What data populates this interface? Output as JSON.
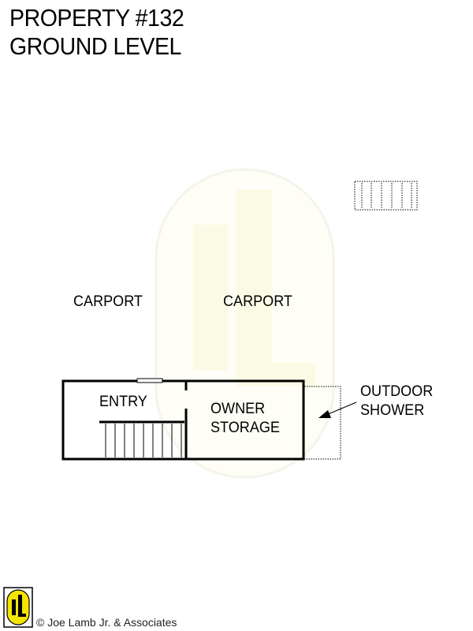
{
  "title": {
    "line1": "PROPERTY #132",
    "line2": "GROUND LEVEL"
  },
  "rooms": {
    "carport_left": "CARPORT",
    "carport_right": "CARPORT",
    "entry": "ENTRY",
    "owner_storage_line1": "OWNER",
    "owner_storage_line2": "STORAGE",
    "outdoor_shower_line1": "OUTDOOR",
    "outdoor_shower_line2": "SHOWER"
  },
  "footer": {
    "copyright": "© Joe Lamb Jr. & Associates",
    "logo_text": "JL"
  },
  "watermark": {
    "text": "JL"
  },
  "colors": {
    "line": "#000000",
    "watermark": "#fbfbe6",
    "logo_yellow": "#f5e400"
  }
}
